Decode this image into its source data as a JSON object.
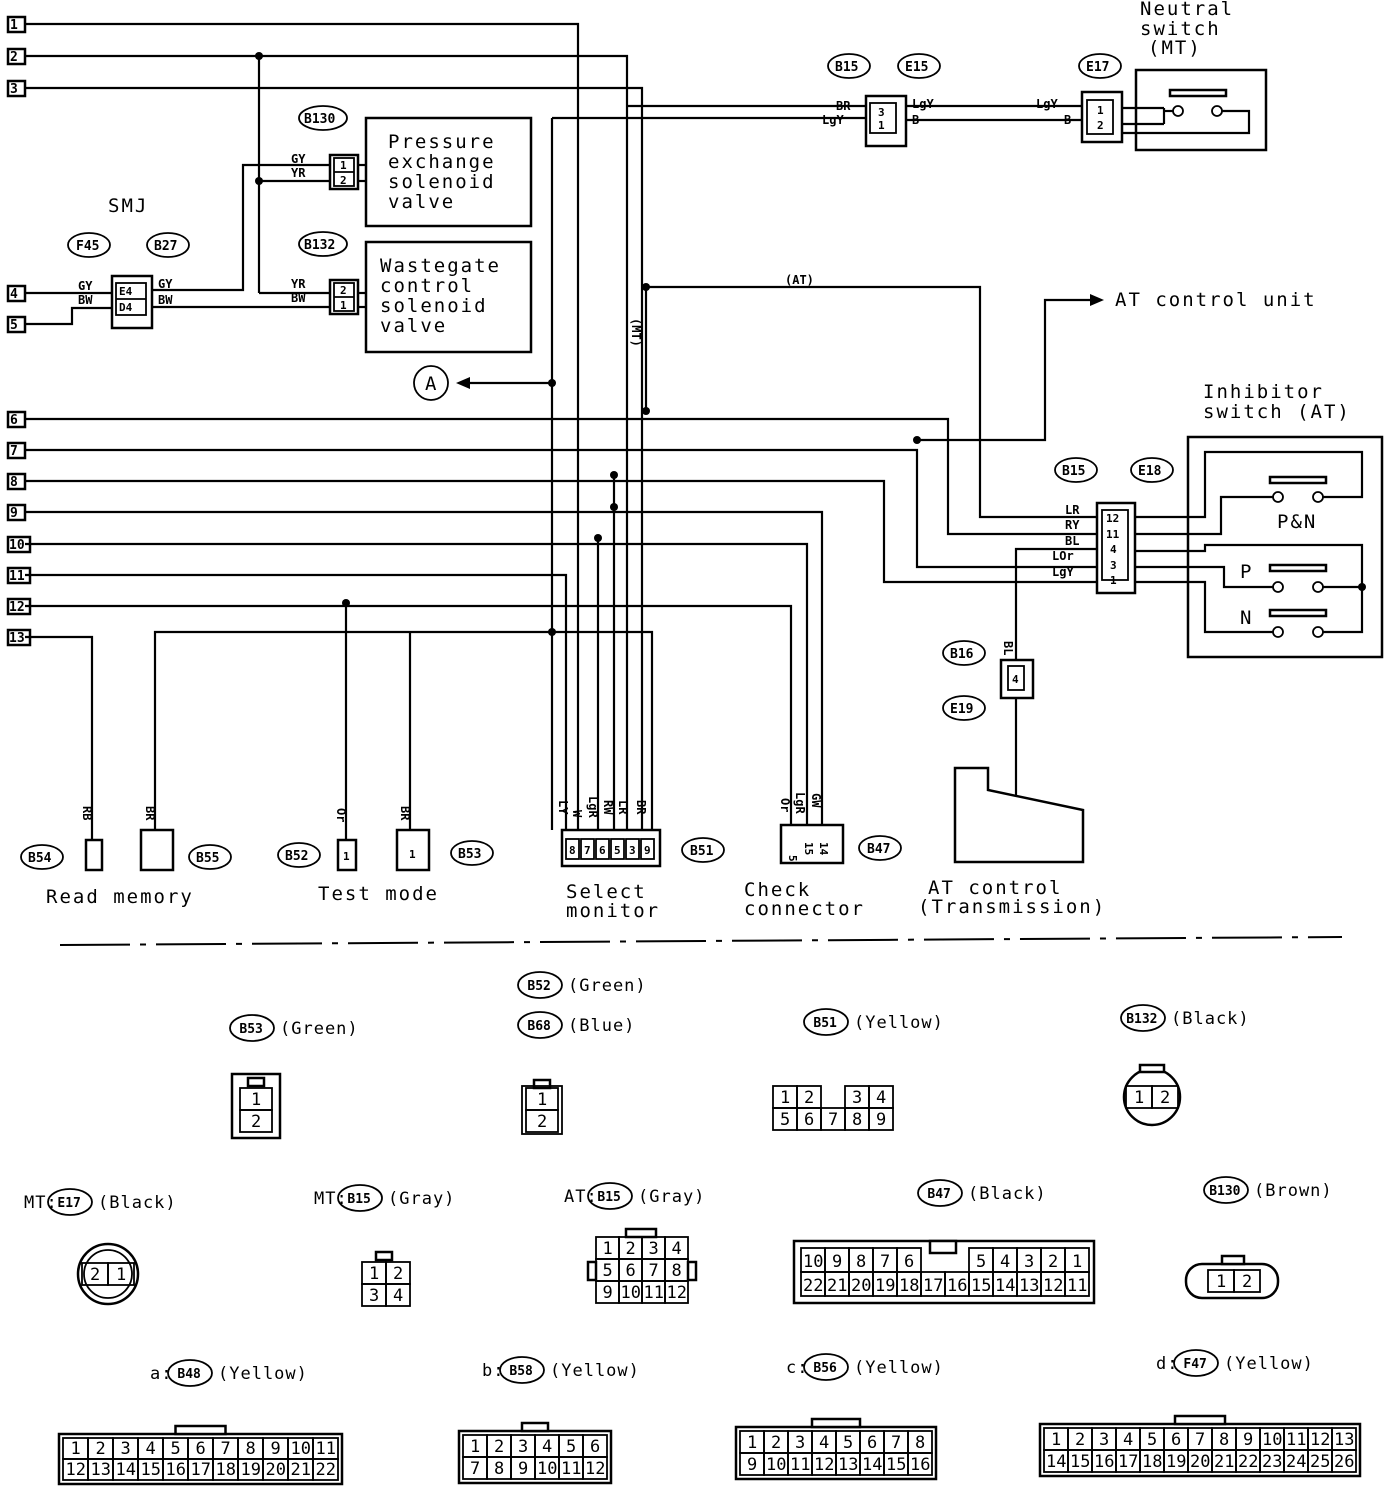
{
  "terminals": [
    "1",
    "2",
    "3",
    "4",
    "5",
    "6",
    "7",
    "8",
    "9",
    "10",
    "11",
    "12",
    "13"
  ],
  "labels": {
    "neutral_switch": [
      "Neutral",
      "switch",
      "(MT)"
    ],
    "pressure_valve": [
      "Pressure",
      "exchange",
      "solenoid",
      "valve"
    ],
    "wastegate_valve": [
      "Wastegate",
      "control",
      "solenoid",
      "valve"
    ],
    "smj": "SMJ",
    "at_control_unit": "AT control unit",
    "at_line": "(AT)",
    "mt_line": "(MT)",
    "inhibitor": [
      "Inhibitor",
      "switch (AT)"
    ],
    "pn": "P&N",
    "p": "P",
    "n": "N",
    "point_a": "A",
    "read_memory": "Read memory",
    "test_mode": "Test mode",
    "select_monitor": [
      "Select",
      "monitor"
    ],
    "check_connector": [
      "Check",
      "connector"
    ],
    "at_control_trans": [
      "AT control",
      "(Transmission)"
    ]
  },
  "connector_tags": {
    "b15_top": "B15",
    "e15": "E15",
    "e17_top": "E17",
    "b130": "B130",
    "b132": "B132",
    "f45": "F45",
    "b27": "B27",
    "b15_inh": "B15",
    "e18": "E18",
    "b16": "B16",
    "e19": "E19",
    "b54": "B54",
    "b55": "B55",
    "b52": "B52",
    "b53": "B53",
    "b51": "B51",
    "b47": "B47"
  },
  "wire_codes": {
    "b15_br": "BR",
    "b15_lgy": "LgY",
    "e15_lgy": "LgY",
    "e15_b": "B",
    "e17_lgy": "LgY",
    "e17_b": "B",
    "b130_gy": "GY",
    "b130_yr": "YR",
    "b132_yr": "YR",
    "b132_bw": "BW",
    "smj_gy_l": "GY",
    "smj_bw_l": "BW",
    "smj_gy_r": "GY",
    "smj_bw_r": "BW",
    "smj_e4": "E4",
    "smj_d4": "D4",
    "inh_lr": "LR",
    "inh_ry": "RY",
    "inh_bl": "BL",
    "inh_lor": "LOr",
    "inh_lgy": "LgY",
    "b16_bl": "BL",
    "b54_rb": "RB",
    "b55_br": "BR",
    "b52_or": "Or",
    "b53_br": "BR",
    "b51_ly": "LY",
    "b51_w": "W",
    "b51_lgr": "LgR",
    "b51_rw": "RW",
    "b51_lr": "LR",
    "b51_br": "BR",
    "b47_or": "Or",
    "b47_lgr": "LgR",
    "b47_gw": "GW"
  },
  "pin_numbers": {
    "b15_3": "3",
    "b15_1": "1",
    "e17_1": "1",
    "e17_2": "2",
    "b130_1": "1",
    "b130_2": "2",
    "b132_2": "2",
    "b132_1": "1",
    "inh_12": "12",
    "inh_11": "11",
    "inh_4": "4",
    "inh_3": "3",
    "inh_1": "1",
    "b16_4": "4",
    "b52_1": "1",
    "b53_1": "1",
    "b51_pins": [
      "8",
      "7",
      "6",
      "5",
      "3",
      "9"
    ],
    "b47_pins": [
      "5",
      "15",
      "14"
    ]
  },
  "legend": [
    {
      "prefix": "",
      "tag": "B52",
      "color": "(Green)"
    },
    {
      "prefix": "",
      "tag": "B53",
      "color": "(Green)"
    },
    {
      "prefix": "",
      "tag": "B68",
      "color": "(Blue)"
    },
    {
      "prefix": "",
      "tag": "B51",
      "color": "(Yellow)"
    },
    {
      "prefix": "",
      "tag": "B132",
      "color": "(Black)"
    },
    {
      "prefix": "MT:",
      "tag": "E17",
      "color": "(Black)"
    },
    {
      "prefix": "MT:",
      "tag": "B15",
      "color": "(Gray)"
    },
    {
      "prefix": "AT:",
      "tag": "B15",
      "color": "(Gray)"
    },
    {
      "prefix": "",
      "tag": "B47",
      "color": "(Black)"
    },
    {
      "prefix": "",
      "tag": "B130",
      "color": "(Brown)"
    },
    {
      "prefix": "a:",
      "tag": "B48",
      "color": "(Yellow)"
    },
    {
      "prefix": "b:",
      "tag": "B58",
      "color": "(Yellow)"
    },
    {
      "prefix": "c:",
      "tag": "B56",
      "color": "(Yellow)"
    },
    {
      "prefix": "d:",
      "tag": "F47",
      "color": "(Yellow)"
    }
  ],
  "pinouts": {
    "b53": [
      [
        "1"
      ],
      [
        "2"
      ]
    ],
    "b68": [
      [
        "1"
      ],
      [
        "2"
      ]
    ],
    "b51": [
      [
        "1",
        "2",
        "",
        "3",
        "4"
      ],
      [
        "5",
        "6",
        "7",
        "8",
        "9"
      ]
    ],
    "b132": [
      [
        "1",
        "2"
      ]
    ],
    "e17": [
      [
        "2",
        "1"
      ]
    ],
    "b15_mt": [
      [
        "1",
        "2"
      ],
      [
        "3",
        "4"
      ]
    ],
    "b15_at": [
      [
        "1",
        "2",
        "3",
        "4"
      ],
      [
        "5",
        "6",
        "7",
        "8"
      ],
      [
        "9",
        "10",
        "11",
        "12"
      ]
    ],
    "b47": [
      [
        "10",
        "9",
        "8",
        "7",
        "6",
        "",
        "",
        "5",
        "4",
        "3",
        "2",
        "1"
      ],
      [
        "22",
        "21",
        "20",
        "19",
        "18",
        "17",
        "16",
        "15",
        "14",
        "13",
        "12",
        "11"
      ]
    ],
    "b130": [
      [
        "1",
        "2"
      ]
    ],
    "b48": [
      [
        "1",
        "2",
        "3",
        "4",
        "5",
        "6",
        "7",
        "8",
        "9",
        "10",
        "11"
      ],
      [
        "12",
        "13",
        "14",
        "15",
        "16",
        "17",
        "18",
        "19",
        "20",
        "21",
        "22"
      ]
    ],
    "b58": [
      [
        "1",
        "2",
        "3",
        "4",
        "5",
        "6"
      ],
      [
        "7",
        "8",
        "9",
        "10",
        "11",
        "12"
      ]
    ],
    "b56": [
      [
        "1",
        "2",
        "3",
        "4",
        "5",
        "6",
        "7",
        "8"
      ],
      [
        "9",
        "10",
        "11",
        "12",
        "13",
        "14",
        "15",
        "16"
      ]
    ],
    "f47": [
      [
        "1",
        "2",
        "3",
        "4",
        "5",
        "6",
        "7",
        "8",
        "9",
        "10",
        "11",
        "12",
        "13"
      ],
      [
        "14",
        "15",
        "16",
        "17",
        "18",
        "19",
        "20",
        "21",
        "22",
        "23",
        "24",
        "25",
        "26"
      ]
    ]
  }
}
